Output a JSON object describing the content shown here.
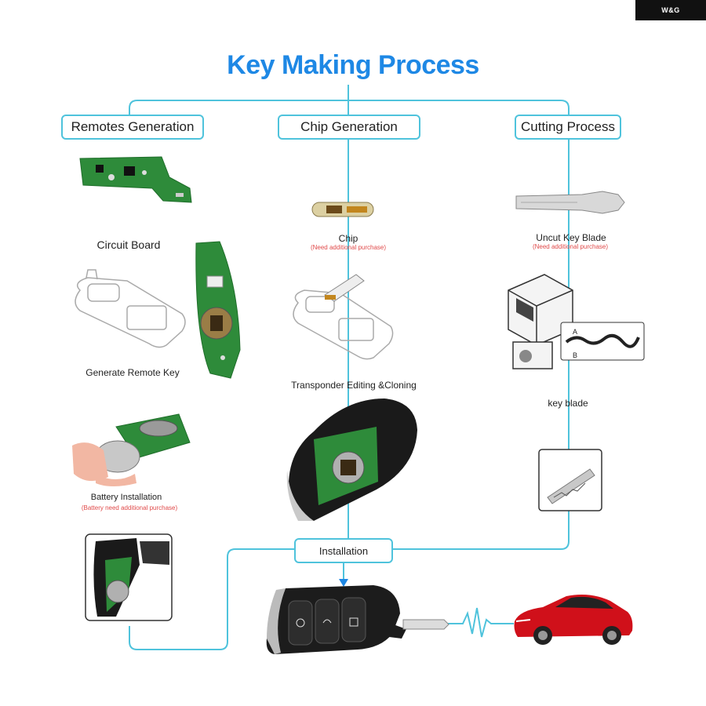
{
  "brand": "W&G",
  "title": "Key Making Process",
  "stages": {
    "remotes": "Remotes Generation",
    "chip": "Chip Generation",
    "cutting": "Cutting Process"
  },
  "labels": {
    "circuit_board": "Circuit Board",
    "generate_remote_key": "Generate Remote Key",
    "battery_installation": "Battery Installation",
    "battery_note": "(Battery need additional purchase)",
    "chip": "Chip",
    "chip_note": "(Need additional purchase)",
    "transponder": "Transponder Editing &Cloning",
    "uncut_blade": "Uncut Key  Blade",
    "blade_note": "(Need additional purchase)",
    "key_blade": "key blade",
    "installation": "Installation",
    "blade_a": "A",
    "blade_b": "B"
  },
  "colors": {
    "accent": "#1e88e5",
    "connector": "#4fc3dc",
    "note": "#e04a4a",
    "pcb": "#2e8b3a",
    "car": "#d0101a"
  }
}
